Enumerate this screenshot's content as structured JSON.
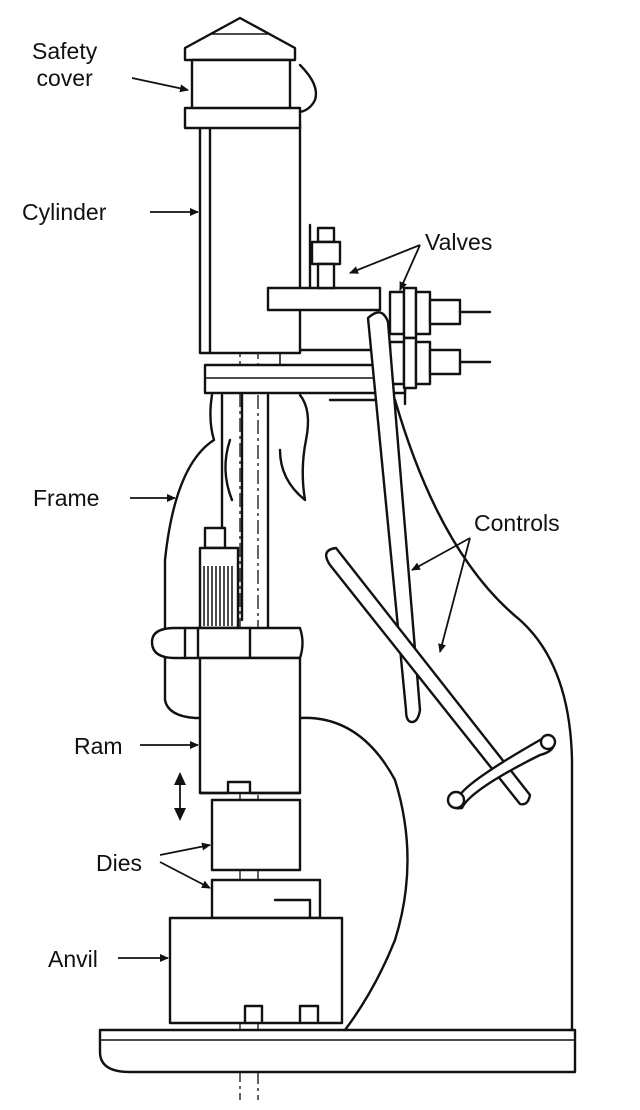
{
  "labels": {
    "safety_cover": "Safety\ncover",
    "cylinder": "Cylinder",
    "valves": "Valves",
    "frame": "Frame",
    "controls": "Controls",
    "ram": "Ram",
    "dies": "Dies",
    "anvil": "Anvil"
  }
}
